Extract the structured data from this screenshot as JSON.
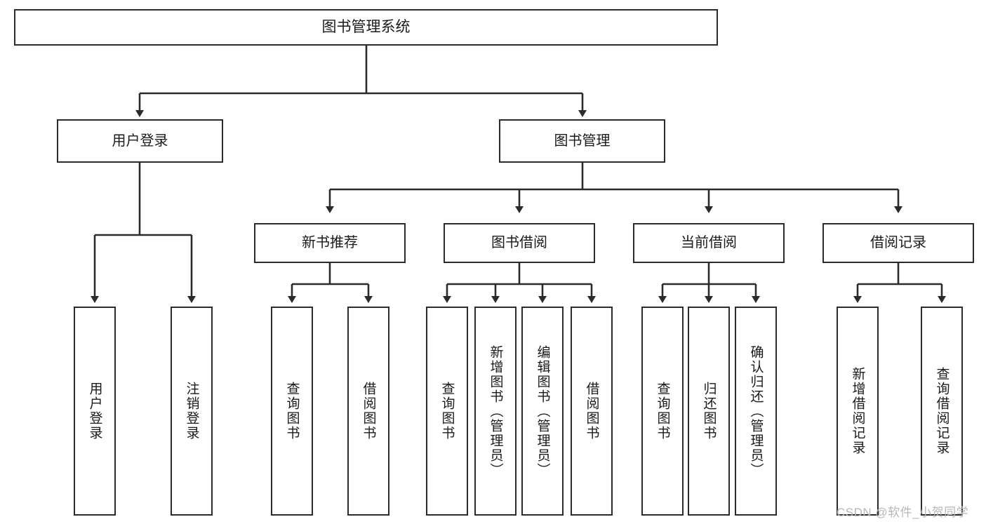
{
  "diagram": {
    "title": "图书管理系统",
    "type": "hierarchy-tree",
    "root": {
      "id": "root",
      "label": "图书管理系统"
    },
    "level1": [
      {
        "id": "l1-login",
        "label": "用户登录"
      },
      {
        "id": "l1-book",
        "label": "图书管理"
      }
    ],
    "level2": [
      {
        "id": "l2-new-book",
        "label": "新书推荐",
        "parent": "l1-book"
      },
      {
        "id": "l2-borrow",
        "label": "图书借阅",
        "parent": "l1-book"
      },
      {
        "id": "l2-current",
        "label": "当前借阅",
        "parent": "l1-book"
      },
      {
        "id": "l2-record",
        "label": "借阅记录",
        "parent": "l1-book"
      }
    ],
    "leaves": [
      {
        "id": "leaf-1",
        "label": "用户登录",
        "parent": "l1-login"
      },
      {
        "id": "leaf-2",
        "label": "注销登录",
        "parent": "l1-login"
      },
      {
        "id": "leaf-3",
        "label": "查询图书",
        "parent": "l2-new-book"
      },
      {
        "id": "leaf-4",
        "label": "借阅图书",
        "parent": "l2-new-book"
      },
      {
        "id": "leaf-5",
        "label": "查询图书",
        "parent": "l2-borrow"
      },
      {
        "id": "leaf-6",
        "label": "新增图书（管理员）",
        "parent": "l2-borrow"
      },
      {
        "id": "leaf-7",
        "label": "编辑图书（管理员）",
        "parent": "l2-borrow"
      },
      {
        "id": "leaf-8",
        "label": "借阅图书",
        "parent": "l2-borrow"
      },
      {
        "id": "leaf-9",
        "label": "查询图书",
        "parent": "l2-current"
      },
      {
        "id": "leaf-10",
        "label": "归还图书",
        "parent": "l2-current"
      },
      {
        "id": "leaf-11",
        "label": "确认归还（管理员）",
        "parent": "l2-current"
      },
      {
        "id": "leaf-12",
        "label": "新增借阅记录",
        "parent": "l2-record"
      },
      {
        "id": "leaf-13",
        "label": "查询借阅记录",
        "parent": "l2-record"
      }
    ],
    "colors": {
      "stroke": "#2b2b2b",
      "fill": "#ffffff",
      "text": "#1a1a1a",
      "watermark": "#b7b7b7"
    }
  },
  "watermark": {
    "text": "CSDN @软件_小贺同学"
  }
}
